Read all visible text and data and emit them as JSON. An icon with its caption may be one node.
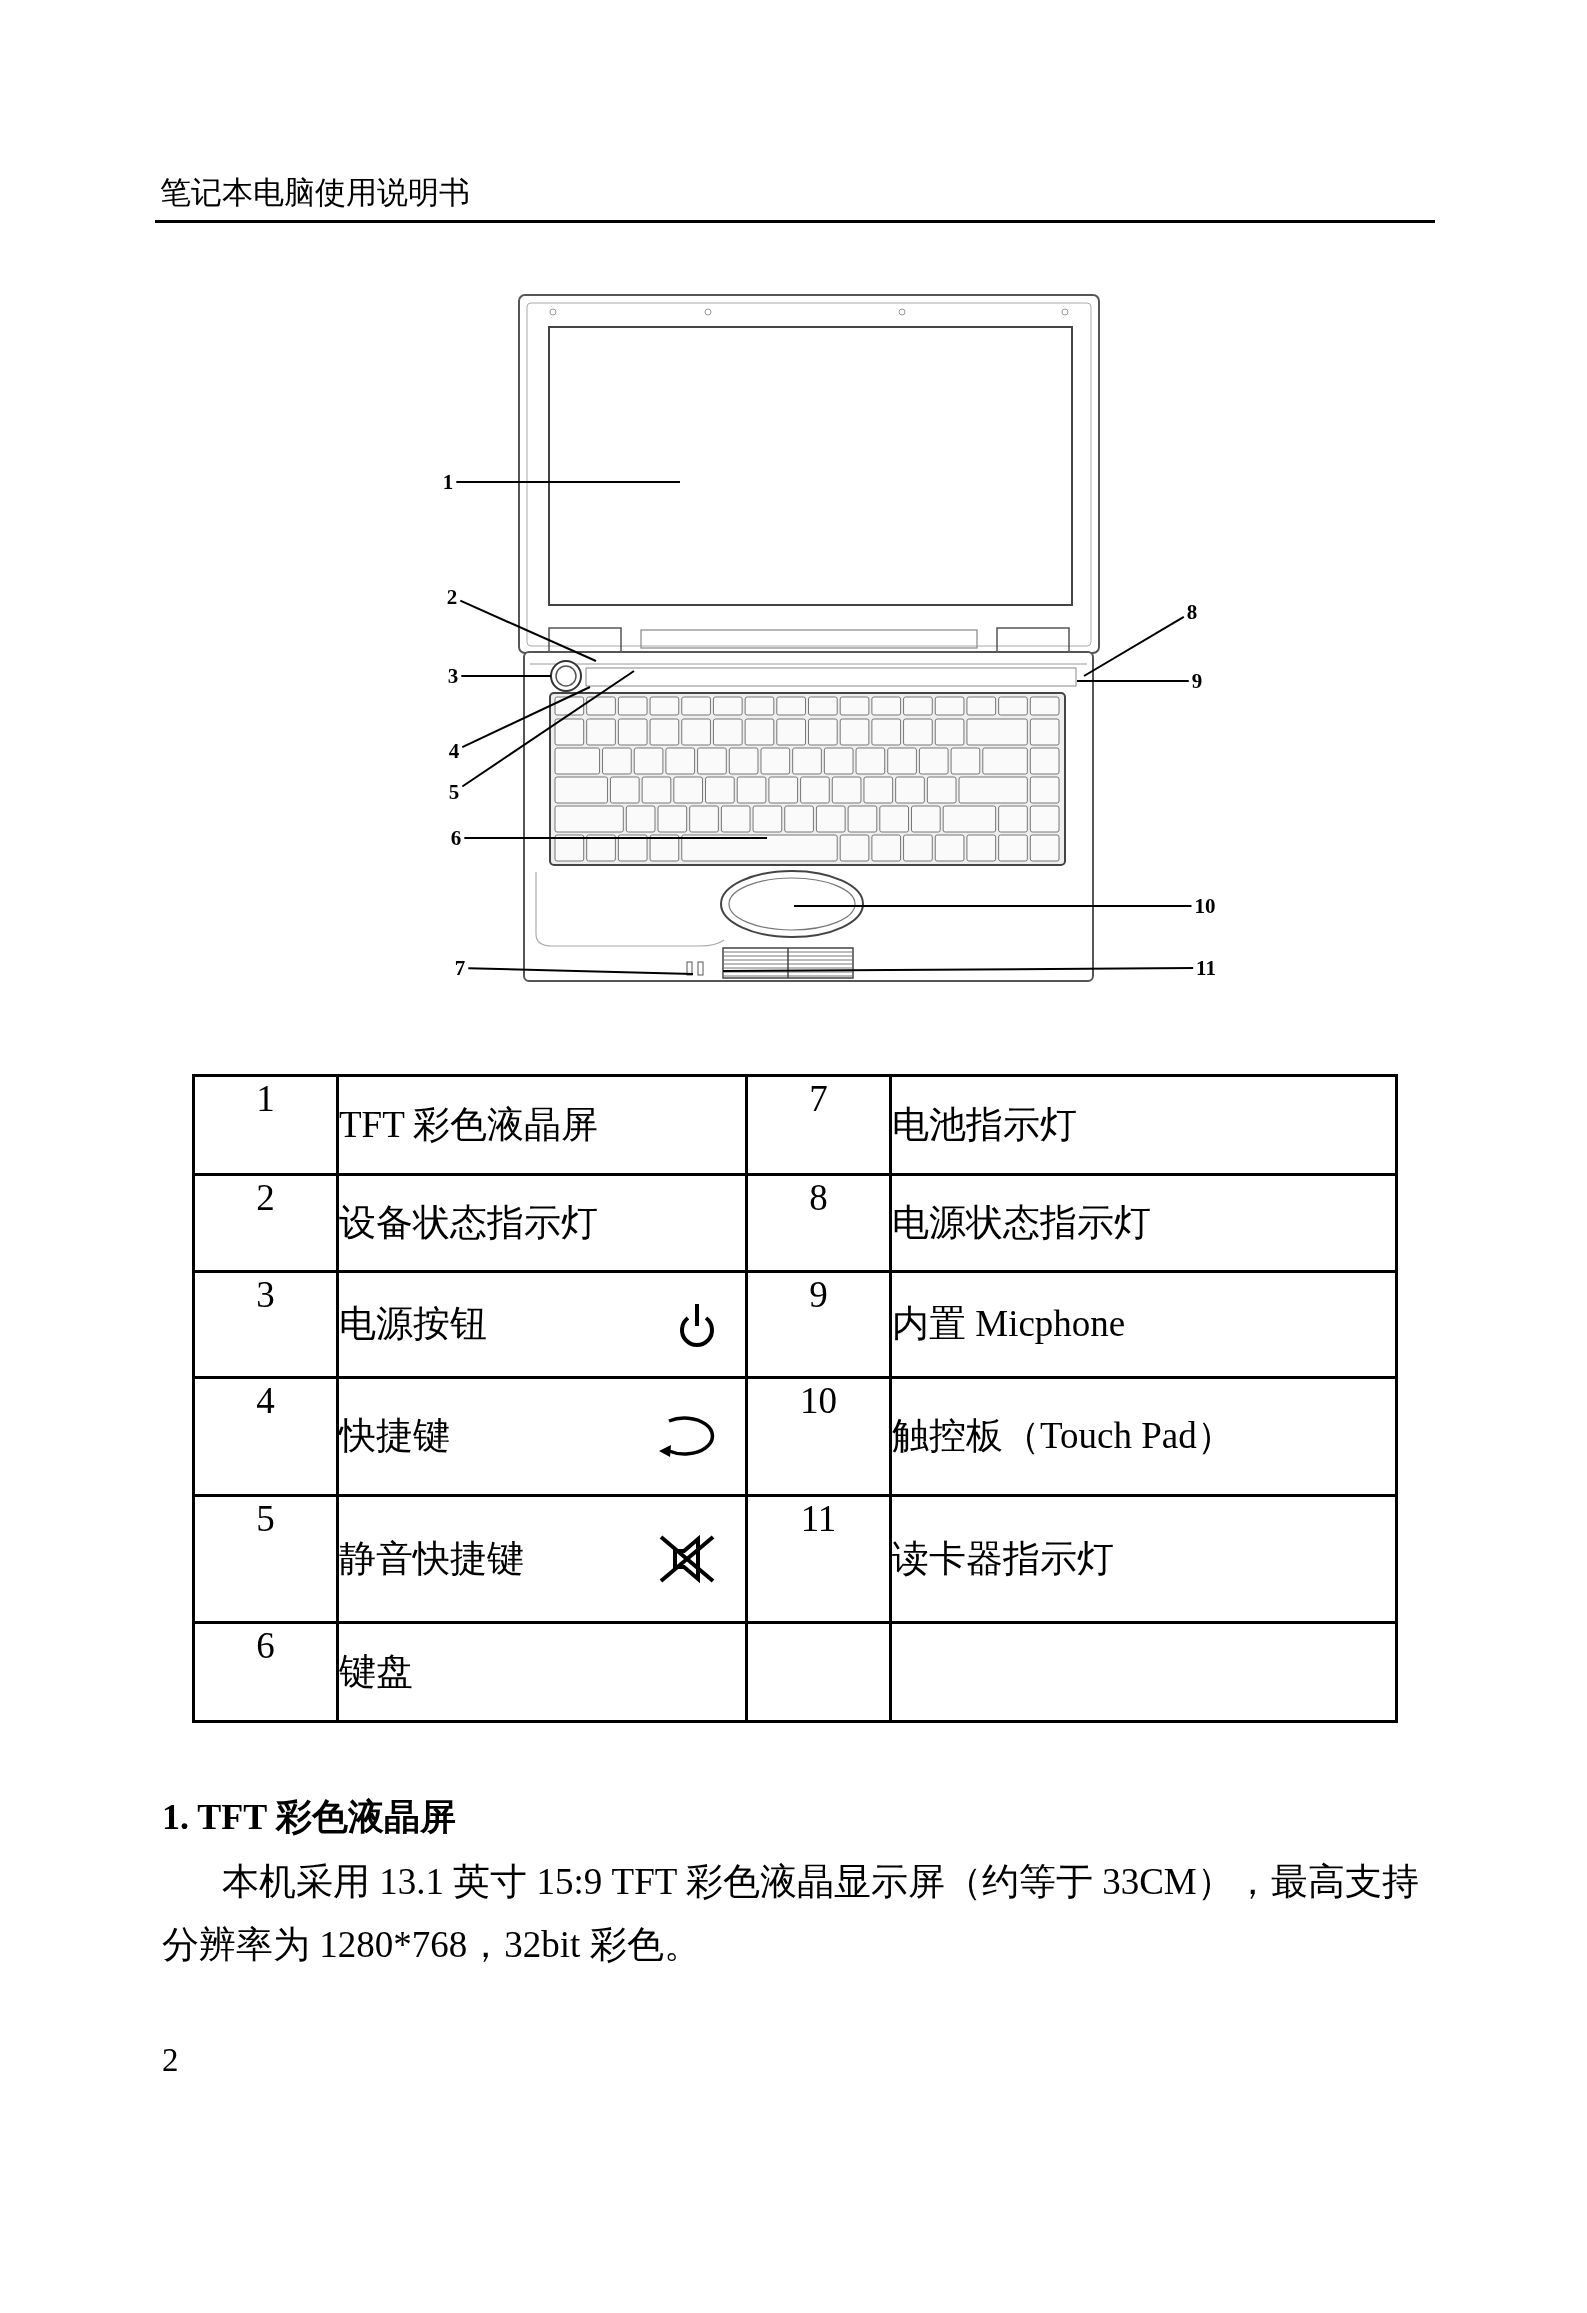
{
  "diagram": {
    "nodes": [
      {
        "text": [
          "1"
        ]
      },
      {
        "text": [
          "2"
        ]
      },
      {
        "text": [
          "3"
        ]
      },
      {
        "text": [
          "4"
        ]
      },
      {
        "text": [
          "5"
        ]
      },
      {
        "text": [
          "6"
        ]
      },
      {
        "text": [
          "7"
        ]
      },
      {
        "text": [
          "8"
        ]
      },
      {
        "text": [
          "9"
        ]
      },
      {
        "text": [
          "10"
        ]
      },
      {
        "text": [
          "11"
        ]
      }
    ],
    "edges": [
      {
        "from": 0,
        "to": null,
        "arrow": "none"
      },
      {
        "from": 1,
        "to": null,
        "arrow": "none"
      },
      {
        "from": 2,
        "to": null,
        "arrow": "none"
      },
      {
        "from": 3,
        "to": null,
        "arrow": "none"
      },
      {
        "from": 4,
        "to": null,
        "arrow": "none"
      },
      {
        "from": 5,
        "to": null,
        "arrow": "none"
      },
      {
        "from": 6,
        "to": null,
        "arrow": "none"
      },
      {
        "from": 7,
        "to": null,
        "arrow": "none"
      },
      {
        "from": 8,
        "to": null,
        "arrow": "none"
      },
      {
        "from": 9,
        "to": null,
        "arrow": "none"
      },
      {
        "from": 10,
        "to": null,
        "arrow": "none"
      }
    ],
    "labels": [
      "笔记本电脑使用说明书",
      "1",
      "TFT 彩色液晶屏",
      "7",
      "电池指示灯",
      "2",
      "设备状态指示灯",
      "8",
      "电源状态指示灯",
      "3",
      "电源按钮",
      "9",
      "内置 Micphone",
      "4",
      "快捷键",
      "10",
      "触控板（Touch Pad）",
      "5",
      "静音快捷键",
      "11",
      "读卡器指示灯",
      "6",
      "键盘",
      "1. TFT 彩色液晶屏",
      "本机采用 13.1 英寸 15:9 TFT 彩色液晶显示屏（约等于 33CM），最高支持分辨率为 1280*768，32bit 彩色。",
      "2"
    ]
  }
}
